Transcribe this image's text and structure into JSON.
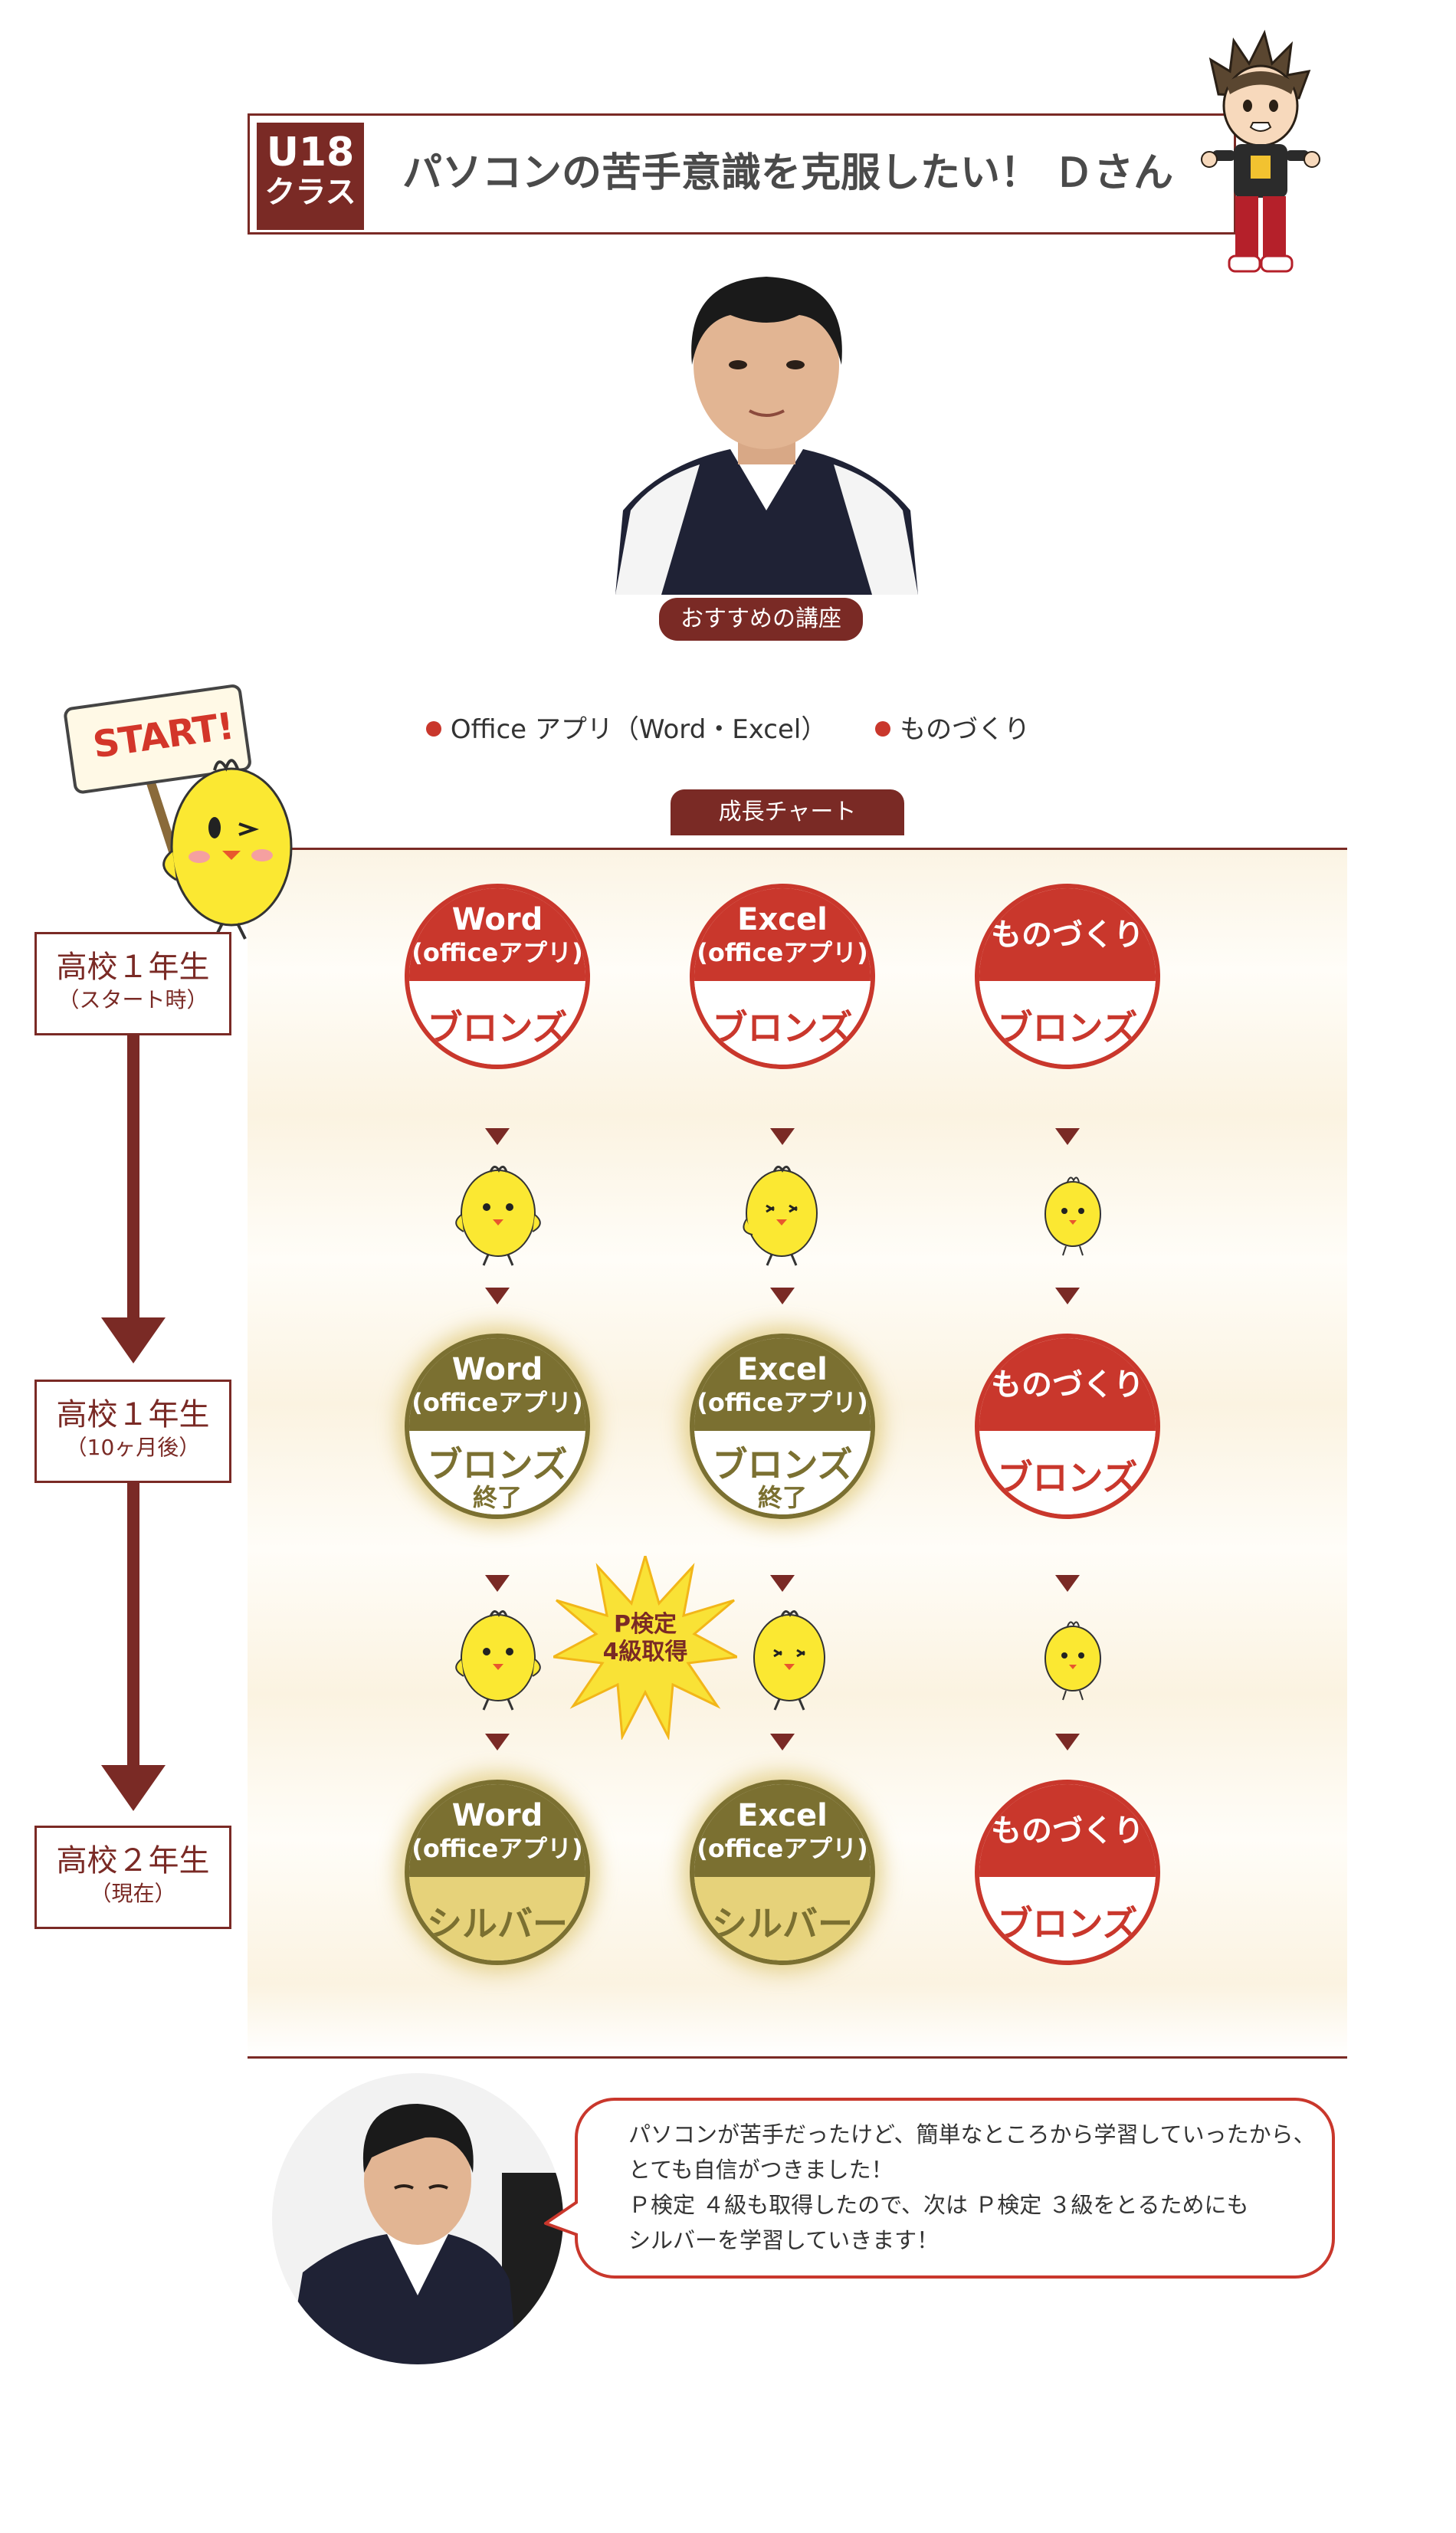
{
  "header": {
    "class_line1": "U18",
    "class_line2": "クラス",
    "title": "パソコンの苦手意識を克服したい！ Ｄさん"
  },
  "recommended": {
    "label": "おすすめの講座",
    "courses": [
      "Office アプリ（Word・Excel）",
      "ものづくり"
    ]
  },
  "chart": {
    "label": "成長チャート",
    "start_sign": "START!",
    "stages": [
      {
        "title": "高校１年生",
        "sub": "（スタート時）"
      },
      {
        "title": "高校１年生",
        "sub": "（10ヶ月後）"
      },
      {
        "title": "高校２年生",
        "sub": "（現在）"
      }
    ],
    "rows": [
      [
        {
          "top1": "Word",
          "top2": "(officeアプリ)",
          "bottom": "ブロンズ"
        },
        {
          "top1": "Excel",
          "top2": "(officeアプリ)",
          "bottom": "ブロンズ"
        },
        {
          "top1": "ものづくり",
          "bottom": "ブロンズ"
        }
      ],
      [
        {
          "top1": "Word",
          "top2": "(officeアプリ)",
          "bottom": "ブロンズ",
          "bottom_sub": "終了"
        },
        {
          "top1": "Excel",
          "top2": "(officeアプリ)",
          "bottom": "ブロンズ",
          "bottom_sub": "終了"
        },
        {
          "top1": "ものづくり",
          "bottom": "ブロンズ"
        }
      ],
      [
        {
          "top1": "Word",
          "top2": "(officeアプリ)",
          "bottom": "シルバー"
        },
        {
          "top1": "Excel",
          "top2": "(officeアプリ)",
          "bottom": "シルバー"
        },
        {
          "top1": "ものづくり",
          "bottom": "ブロンズ"
        }
      ]
    ],
    "burst_line1": "P検定",
    "burst_line2": "4級取得"
  },
  "testimonial": {
    "lines": [
      "パソコンが苦手だったけど、簡単なところから学習していったから、",
      "とても自信がつきました！",
      "Ｐ検定 ４級も取得したので、次は Ｐ検定 ３級をとるためにも",
      "シルバーを学習していきます！"
    ]
  },
  "colors": {
    "maroon": "#7a2a25",
    "red": "#c9372c",
    "olive": "#7b7031",
    "silver_fill": "#e6d27a",
    "chick": "#fbe832"
  }
}
